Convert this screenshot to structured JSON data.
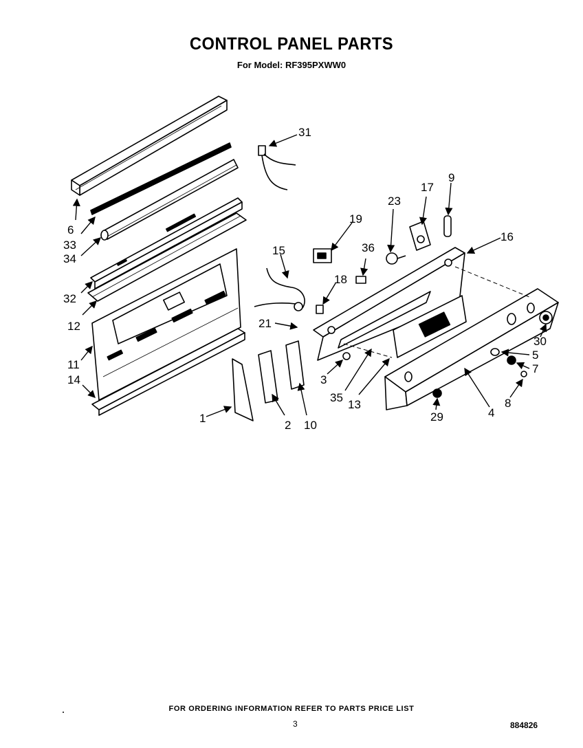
{
  "header": {
    "title": "CONTROL PANEL PARTS",
    "subtitle": "For Model: RF395PXWW0"
  },
  "callouts": {
    "c1": "1",
    "c2": "2",
    "c3": "3",
    "c4": "4",
    "c5": "5",
    "c6": "6",
    "c7": "7",
    "c8": "8",
    "c9": "9",
    "c10": "10",
    "c11": "11",
    "c12": "12",
    "c13": "13",
    "c14": "14",
    "c15": "15",
    "c16": "16",
    "c17": "17",
    "c18": "18",
    "c19": "19",
    "c21": "21",
    "c23": "23",
    "c29": "29",
    "c30": "30",
    "c31": "31",
    "c32": "32",
    "c33": "33",
    "c34": "34",
    "c35": "35",
    "c36": "36"
  },
  "footer": {
    "note": "FOR ORDERING INFORMATION REFER TO PARTS PRICE LIST",
    "page": "3",
    "doc_number": "884826"
  }
}
